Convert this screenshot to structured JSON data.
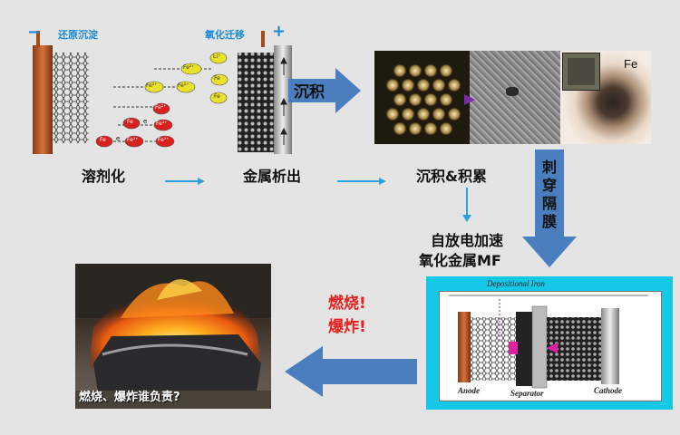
{
  "top_left": {
    "minus_sign": "−",
    "plus_sign": "+",
    "reduction_label": "还原沉淀",
    "oxidation_label": "氧化迁移",
    "ion_fe": "Fe",
    "ion_fe2": "Fe²⁺",
    "ion_li": "Li⁺",
    "ion_e": "e"
  },
  "steps": {
    "step1": "溶剂化",
    "step2": "金属析出",
    "step3": "沉积&积累"
  },
  "arrow_label_deposit": "沉积",
  "fe_label": "Fe",
  "pierce_label": "刺穿隔膜",
  "self_discharge": {
    "line1": "自放电加速",
    "line2": "氧化金属MF"
  },
  "warning": {
    "line1": "燃烧!",
    "line2": "爆炸!"
  },
  "fire_caption": "燃烧、爆炸谁负责?",
  "battery_diagram": {
    "title": "Depositional Iron",
    "anode": "Anode",
    "separator": "Separator",
    "cathode": "Cathode"
  },
  "colors": {
    "background": "#e4e4e4",
    "big_arrow": "#4a7ebf",
    "small_arrow": "#2aa0e0",
    "warning_red": "#e8201f",
    "cyan_frame": "#16c8e8",
    "ion_yellow": "#e8e22a",
    "ion_red": "#d8201e",
    "label_blue": "#1a8ad8"
  }
}
